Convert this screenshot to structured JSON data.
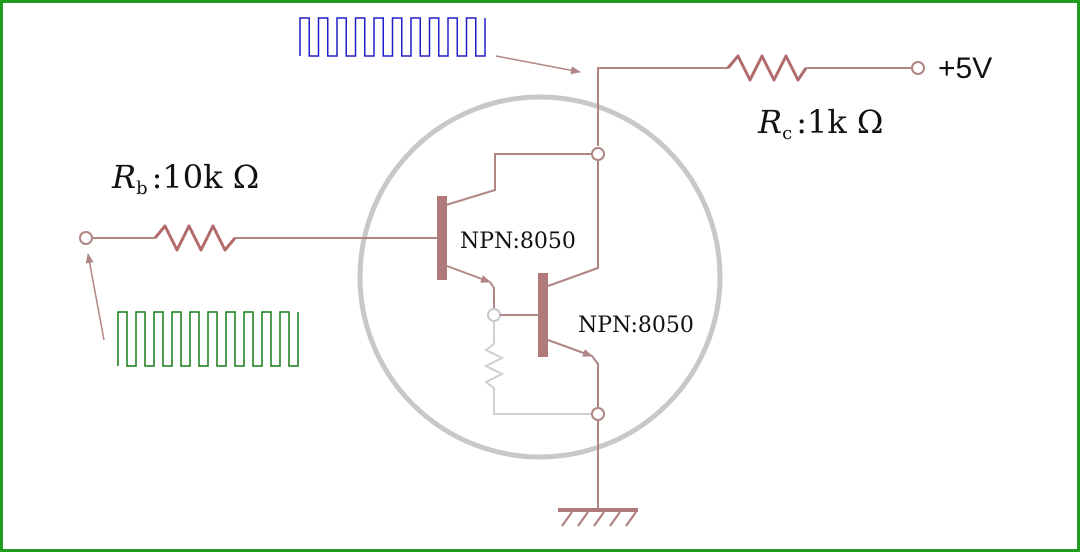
{
  "supply": {
    "label": "+5V"
  },
  "rc": {
    "symbol": "R",
    "subscript": "c",
    "value": ":1k Ω"
  },
  "rb": {
    "symbol": "R",
    "subscript": "b",
    "value": ":10k Ω"
  },
  "q1": {
    "label": "NPN:8050"
  },
  "q2": {
    "label": "NPN:8050"
  },
  "colors": {
    "wire": "#b28585",
    "resistor": "#b06c6c",
    "highlight_circle": "#c8c8c8",
    "input_wave": "#157f15",
    "output_wave": "#2020c8",
    "faded": "#cfcfcf",
    "border": "#1f9a1f"
  },
  "icons": [
    "ground-icon",
    "resistor-icon",
    "npn-transistor-icon",
    "square-wave-icon"
  ]
}
